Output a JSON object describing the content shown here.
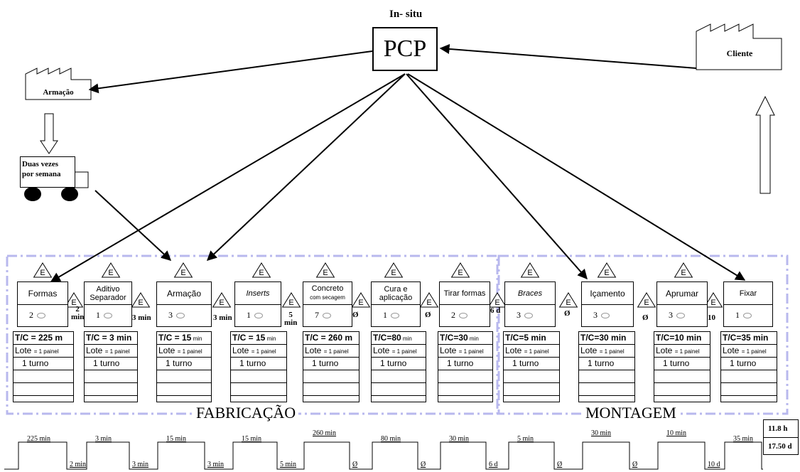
{
  "header": {
    "insitu": "In- situ",
    "pcp": "PCP"
  },
  "factories": {
    "armacao": "Armação",
    "cliente": "Cliente"
  },
  "truck": {
    "line1": "Duas vezes",
    "line2": "por semana"
  },
  "inventory_mark": "E",
  "processes": [
    {
      "name": "Formas",
      "ops": "2",
      "tc": "T/C = 225 m",
      "lote": "Lote",
      "lote_val": "= 1 painel",
      "turno": "1 turno"
    },
    {
      "name": "Aditivo Separador",
      "ops": "1",
      "tc": "T/C = 3 min",
      "lote": "Lote",
      "lote_val": "= 1 painel",
      "turno": "1 turno"
    },
    {
      "name": "Armação",
      "ops": "3",
      "tc": "T/C = 15",
      "tc_small": "min",
      "lote": "Lote",
      "lote_val": "= 1 painel",
      "turno": "1 turno"
    },
    {
      "name": "Inserts",
      "ops": "1",
      "tc": "T/C = 15",
      "tc_small": "min",
      "lote": "Lote",
      "lote_val": "= 1 painel",
      "turno": "1 turno"
    },
    {
      "name": "Concreto",
      "name2": "com secagem",
      "ops": "7",
      "tc": "T/C = 260 m",
      "lote": "Lote",
      "lote_val": "= 1 painel",
      "turno": "1 turno"
    },
    {
      "name": "Cura e aplicação",
      "ops": "1",
      "tc": "T/C=80",
      "tc_small": "min",
      "lote": "Lote",
      "lote_val": "= 1 painel",
      "turno": "1 turno"
    },
    {
      "name": "Tirar formas",
      "ops": "2",
      "tc": "T/C=30",
      "tc_small": "min",
      "lote": "Lote",
      "lote_val": "= 1 painel",
      "turno": "1 turno"
    },
    {
      "name": "Braces",
      "ops": "3",
      "tc": "T/C=5 min",
      "lote": "Lote",
      "lote_val": "= 1 painel",
      "turno": "1 turno"
    },
    {
      "name": "Içamento",
      "ops": "3",
      "tc": "T/C=30 min",
      "lote": "Lote",
      "lote_val": "= 1 painel",
      "turno": "1 turno"
    },
    {
      "name": "Aprumar",
      "ops": "3",
      "tc": "T/C=10 min",
      "lote": "Lote",
      "lote_val": "= 1 painel",
      "turno": "1 turno"
    },
    {
      "name": "Fixar",
      "ops": "1",
      "tc": "T/C=35 min",
      "lote": "Lote",
      "lote_val": "= 1 painel",
      "turno": "1 turno"
    }
  ],
  "waits": [
    "2 min",
    "3 min",
    "3 min",
    "5 min",
    "Ø",
    "Ø",
    "6 d",
    "Ø",
    "Ø",
    "10"
  ],
  "zones": {
    "fabricacao": "FABRICAÇÃO",
    "montagem": "MONTAGEM"
  },
  "timeline": {
    "up": [
      "225 min",
      "3 min",
      "15 min",
      "15 min",
      "260 min",
      "80 min",
      "30 min",
      "5 min",
      "30 min",
      "10 min",
      "35 min"
    ],
    "down": [
      "2 min",
      "3 min",
      "3 min",
      "5 min",
      "Ø",
      "Ø",
      "6 d",
      "Ø",
      "Ø",
      "10 d"
    ],
    "total_top": "11.8 h",
    "total_bottom": "17.50 d"
  }
}
